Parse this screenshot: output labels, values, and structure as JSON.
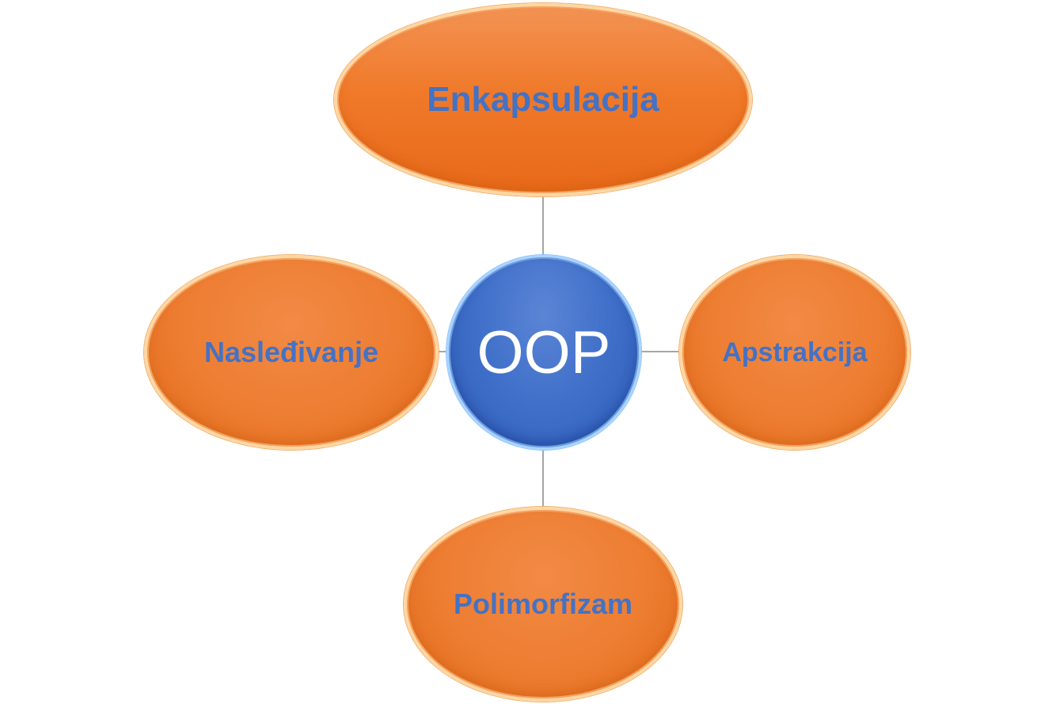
{
  "diagram": {
    "center": {
      "label": "OOP"
    },
    "nodes": {
      "top": {
        "label": "Enkapsulacija"
      },
      "left": {
        "label": "Nasleđivanje"
      },
      "right": {
        "label": "Apstrakcija"
      },
      "bottom": {
        "label": "Polimorfizam"
      }
    },
    "colors": {
      "node_fill": "#ed7d31",
      "node_text": "#4472c4",
      "center_fill": "#4472c4",
      "center_text": "#ffffff",
      "connector": "#a6a6a6"
    }
  }
}
